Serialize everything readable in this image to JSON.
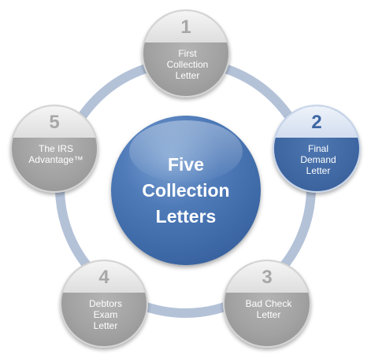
{
  "center": {
    "title": "Five\nCollection\nLetters"
  },
  "steps": [
    {
      "number": "1",
      "label": "First\nCollection\nLetter",
      "state": "inactive"
    },
    {
      "number": "2",
      "label": "Final\nDemand\nLetter",
      "state": "active"
    },
    {
      "number": "3",
      "label": "Bad Check\nLetter",
      "state": "inactive"
    },
    {
      "number": "4",
      "label": "Debtors\nExam\nLetter",
      "state": "inactive"
    },
    {
      "number": "5",
      "label": "The IRS\nAdvantage™",
      "state": "inactive"
    }
  ],
  "colors": {
    "ring": "#b4c2d8",
    "center_fill": "#4f7bb9",
    "active_fill": "#3f67a2",
    "inactive_fill": "#a2a2a2",
    "inactive_number": "#a7a7a7",
    "active_number": "#3d66a3"
  }
}
